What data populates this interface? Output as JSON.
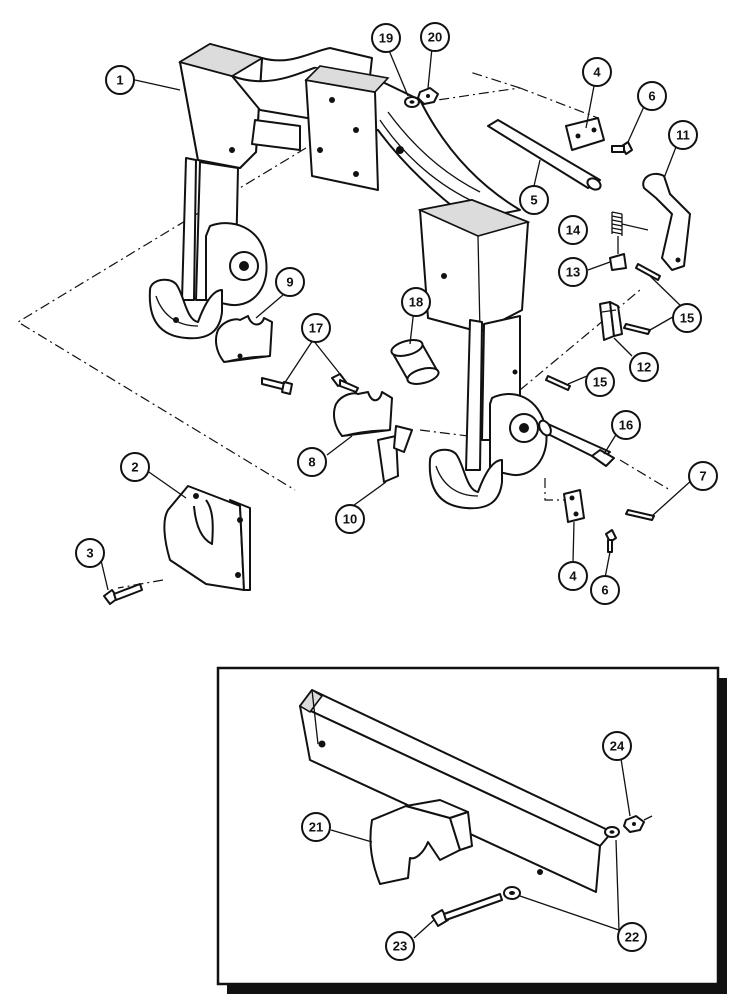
{
  "figure": {
    "type": "exploded-parts-diagram",
    "callout_numbers": [
      "1",
      "2",
      "3",
      "4",
      "5",
      "6",
      "7",
      "8",
      "9",
      "10",
      "11",
      "12",
      "13",
      "14",
      "15",
      "16",
      "17",
      "18",
      "19",
      "20",
      "21",
      "22",
      "23",
      "24"
    ]
  },
  "callouts": {
    "c1": "1",
    "c2": "2",
    "c3": "3",
    "c4a": "4",
    "c4b": "4",
    "c5": "5",
    "c6a": "6",
    "c6b": "6",
    "c7": "7",
    "c8": "8",
    "c9": "9",
    "c10": "10",
    "c11": "11",
    "c12": "12",
    "c13": "13",
    "c14": "14",
    "c15a": "15",
    "c15b": "15",
    "c16": "16",
    "c17": "17",
    "c18": "18",
    "c19": "19",
    "c20": "20",
    "c21": "21",
    "c22": "22",
    "c23": "23",
    "c24": "24"
  },
  "colors": {
    "line": "#111111",
    "background": "#ffffff",
    "shade": "#dcdcdc"
  }
}
